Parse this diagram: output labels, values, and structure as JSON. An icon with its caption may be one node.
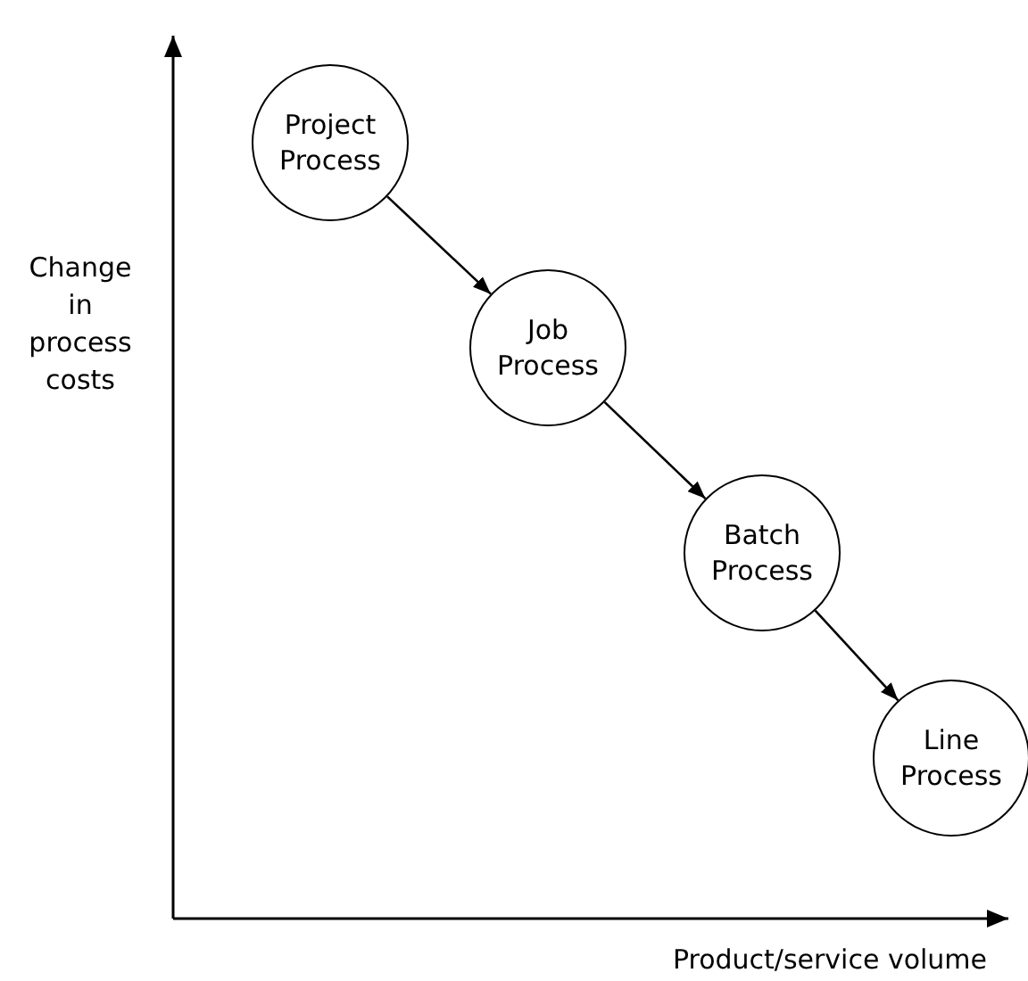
{
  "diagram": {
    "nodes": [
      {
        "text": [
          "Project Process"
        ]
      },
      {
        "text": [
          "Job Process"
        ]
      },
      {
        "text": [
          "Batch Process"
        ]
      },
      {
        "text": [
          "Line Process"
        ]
      }
    ],
    "edges": [
      {
        "from": 0,
        "to": 1,
        "arrow": "to"
      },
      {
        "from": 1,
        "to": 2,
        "arrow": "to"
      },
      {
        "from": 2,
        "to": 3,
        "arrow": "to"
      }
    ],
    "labels": [
      "Change in process costs",
      "Product/service volume"
    ]
  }
}
